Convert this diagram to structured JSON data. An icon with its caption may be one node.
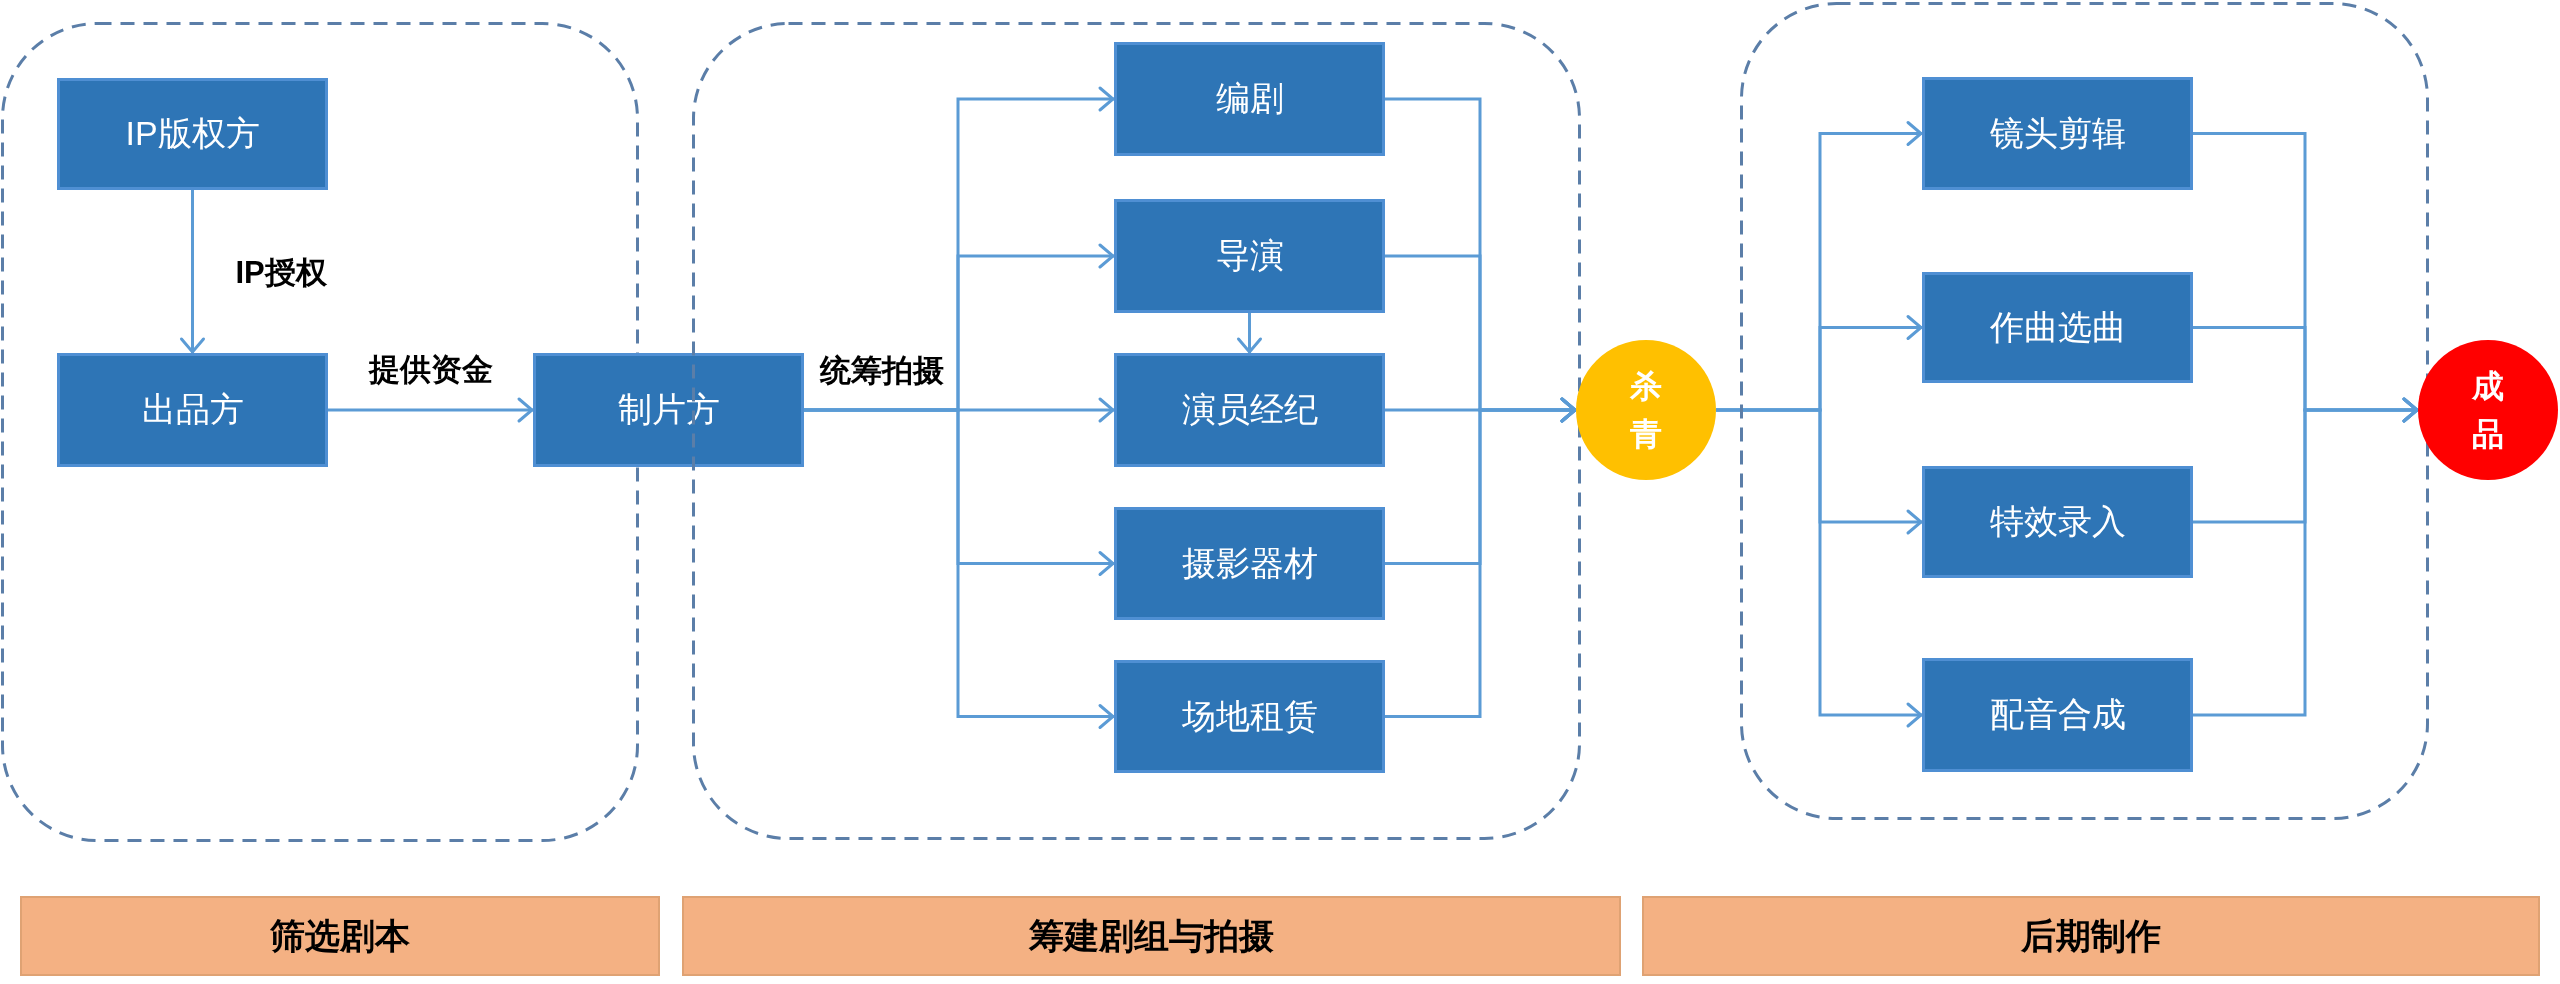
{
  "diagram": {
    "nodes": [
      {
        "text": [],
        "shape": "box"
      },
      {
        "text": [
          "IP版权方"
        ],
        "in": 0
      },
      {
        "text": [
          "出品方"
        ],
        "in": 0
      },
      {
        "text": [
          "制片方"
        ]
      },
      {
        "text": [],
        "shape": "box"
      },
      {
        "text": [
          "编剧"
        ],
        "in": 4
      },
      {
        "text": [
          "导演"
        ],
        "in": 4
      },
      {
        "text": [
          "演员经纪"
        ],
        "in": 4
      },
      {
        "text": [
          "摄影器材"
        ],
        "in": 4
      },
      {
        "text": [
          "场地租赁"
        ],
        "in": 4
      },
      {
        "text": [
          "杀青"
        ]
      },
      {
        "text": [],
        "shape": "box"
      },
      {
        "text": [
          "镜头剪辑"
        ],
        "in": 11
      },
      {
        "text": [
          "作曲选曲"
        ],
        "in": 11
      },
      {
        "text": [
          "特效录入"
        ],
        "in": 11
      },
      {
        "text": [
          "配音合成"
        ],
        "in": 11
      },
      {
        "text": [
          "成品"
        ]
      },
      {
        "text": [
          "筛选剧本"
        ]
      },
      {
        "text": [
          "筹建剧组与拍摄"
        ]
      },
      {
        "text": [
          "后期制作"
        ]
      }
    ],
    "edges": [
      {
        "from": 1,
        "to": 2,
        "arrow": "to",
        "label": "IP授权"
      },
      {
        "from": 2,
        "to": 3,
        "arrow": "to",
        "label": "提供资金"
      },
      {
        "from": 3,
        "to": 5,
        "arrow": "to"
      },
      {
        "from": 3,
        "to": 6,
        "arrow": "to"
      },
      {
        "from": 3,
        "to": 7,
        "arrow": "to",
        "label": "统筹拍摄"
      },
      {
        "from": 3,
        "to": 8,
        "arrow": "to"
      },
      {
        "from": 3,
        "to": 9,
        "arrow": "to"
      },
      {
        "from": 6,
        "to": 7,
        "arrow": "to"
      },
      {
        "from": 5,
        "to": 10,
        "arrow": "to"
      },
      {
        "from": 6,
        "to": 10,
        "arrow": "to"
      },
      {
        "from": 7,
        "to": 10,
        "arrow": "to"
      },
      {
        "from": 8,
        "to": 10,
        "arrow": "to"
      },
      {
        "from": 9,
        "to": 10,
        "arrow": "to"
      },
      {
        "from": 10,
        "to": 12,
        "arrow": "to"
      },
      {
        "from": 10,
        "to": 13,
        "arrow": "to"
      },
      {
        "from": 10,
        "to": 14,
        "arrow": "to"
      },
      {
        "from": 10,
        "to": 15,
        "arrow": "to"
      },
      {
        "from": 12,
        "to": 16,
        "arrow": "to"
      },
      {
        "from": 13,
        "to": 16,
        "arrow": "to"
      },
      {
        "from": 14,
        "to": 16,
        "arrow": "to"
      },
      {
        "from": 15,
        "to": 16,
        "arrow": "to"
      }
    ]
  }
}
